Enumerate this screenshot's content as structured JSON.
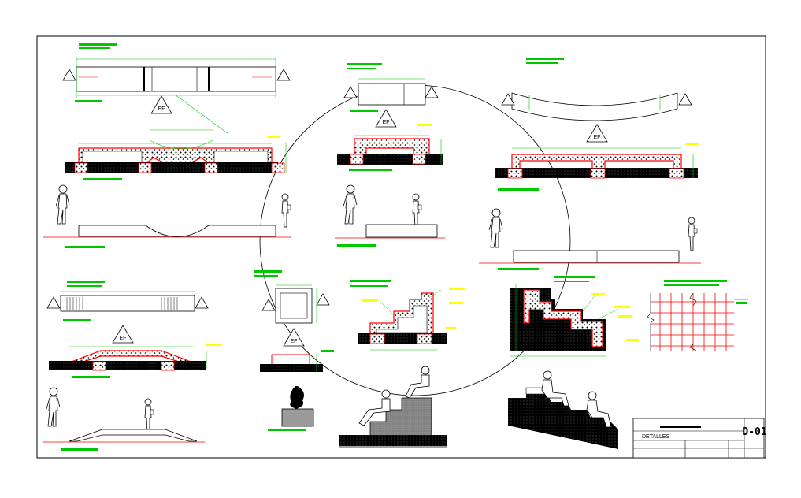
{
  "drawing": {
    "sheet_label": "DETALLES",
    "sheet_code": "D-01",
    "section_marker": "EF",
    "colors": {
      "line": "#000000",
      "concrete_hatch": "#000000",
      "reinforcement": "#ff0000",
      "dimension": "#00c800",
      "annotation_bar": "#00c800",
      "ground_line": "#ff0000",
      "background": "#ffffff"
    },
    "icons": [
      "section-marker-triangle",
      "human-figure",
      "tree-symbol"
    ]
  }
}
